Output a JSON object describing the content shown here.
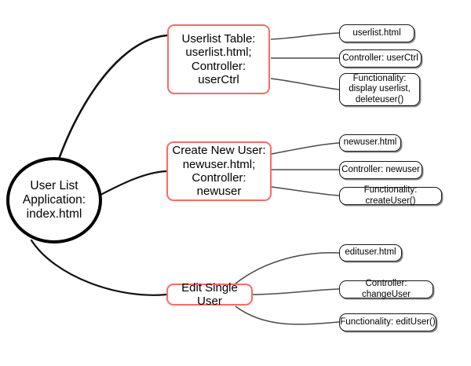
{
  "diagram": {
    "title": "User List Application structure mind map",
    "colors": {
      "background": "#ffffff",
      "root_stroke": "#000000",
      "branch_stroke": "#fb6a66",
      "leaf_stroke": "#1a1a1a",
      "edge_stroke": "#333333",
      "text": "#000000"
    },
    "root": {
      "label": "User List\nApplication:\nindex.html"
    },
    "branches": [
      {
        "id": "userlist",
        "label": "Userlist Table:\nuserlist.html;\nController:\nuserCtrl",
        "leaves": [
          {
            "id": "userlist-view",
            "label": "userlist.html"
          },
          {
            "id": "userlist-controller",
            "label": "Controller: userCtrl"
          },
          {
            "id": "userlist-functionality",
            "label": "Functionality:\ndisplay userlist,\ndeleteuser()"
          }
        ]
      },
      {
        "id": "newuser",
        "label": "Create New User:\nnewuser.html;\nController: newuser",
        "leaves": [
          {
            "id": "newuser-view",
            "label": "newuser.html"
          },
          {
            "id": "newuser-controller",
            "label": "Controller: newuser"
          },
          {
            "id": "newuser-functionality",
            "label": "Functionality: createUser()"
          }
        ]
      },
      {
        "id": "edituser",
        "label": "Edit Single User",
        "leaves": [
          {
            "id": "edituser-view",
            "label": "edituser.html"
          },
          {
            "id": "edituser-controller",
            "label": "Controller: changeUser"
          },
          {
            "id": "edituser-functionality",
            "label": "Functionality: editUser()"
          }
        ]
      }
    ]
  }
}
